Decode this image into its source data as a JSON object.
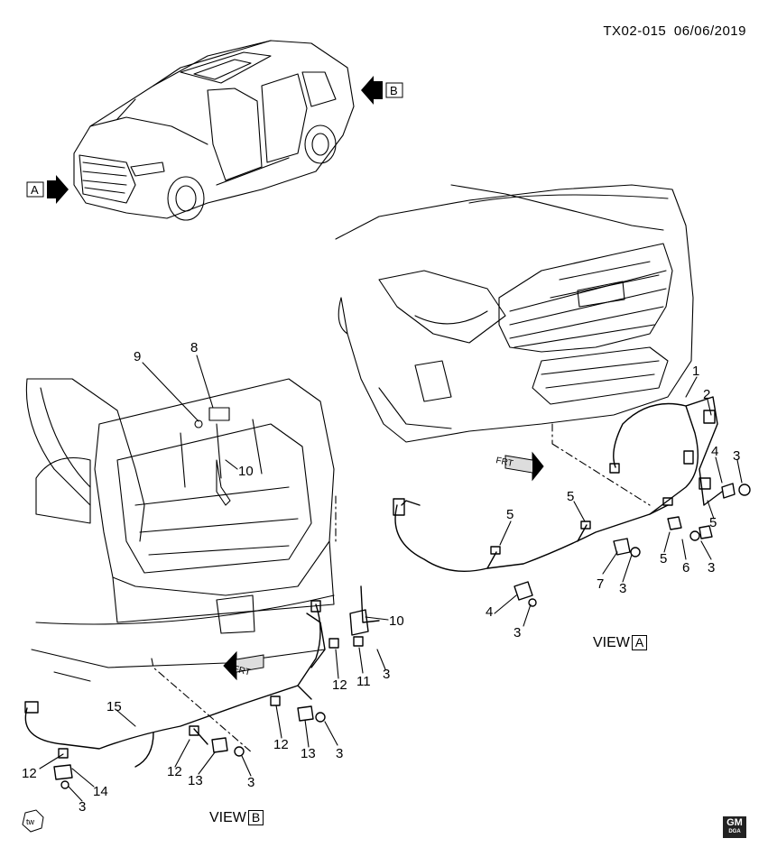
{
  "header": {
    "doc_code": "TX02-015",
    "date": "06/06/2019"
  },
  "views": {
    "a_letter": "A",
    "b_letter": "B",
    "view_word": "VIEW"
  },
  "frt_label": "FRT",
  "tw_badge": "tw",
  "logo": {
    "text": "GM",
    "sub": "DGA"
  },
  "callouts": {
    "c1": "1",
    "c2": "2",
    "c3": "3",
    "c4": "4",
    "c5": "5",
    "c6": "6",
    "c7": "7",
    "c8": "8",
    "c9": "9",
    "c10": "10",
    "c11": "11",
    "c12": "12",
    "c13": "13",
    "c14": "14",
    "c15": "15"
  }
}
